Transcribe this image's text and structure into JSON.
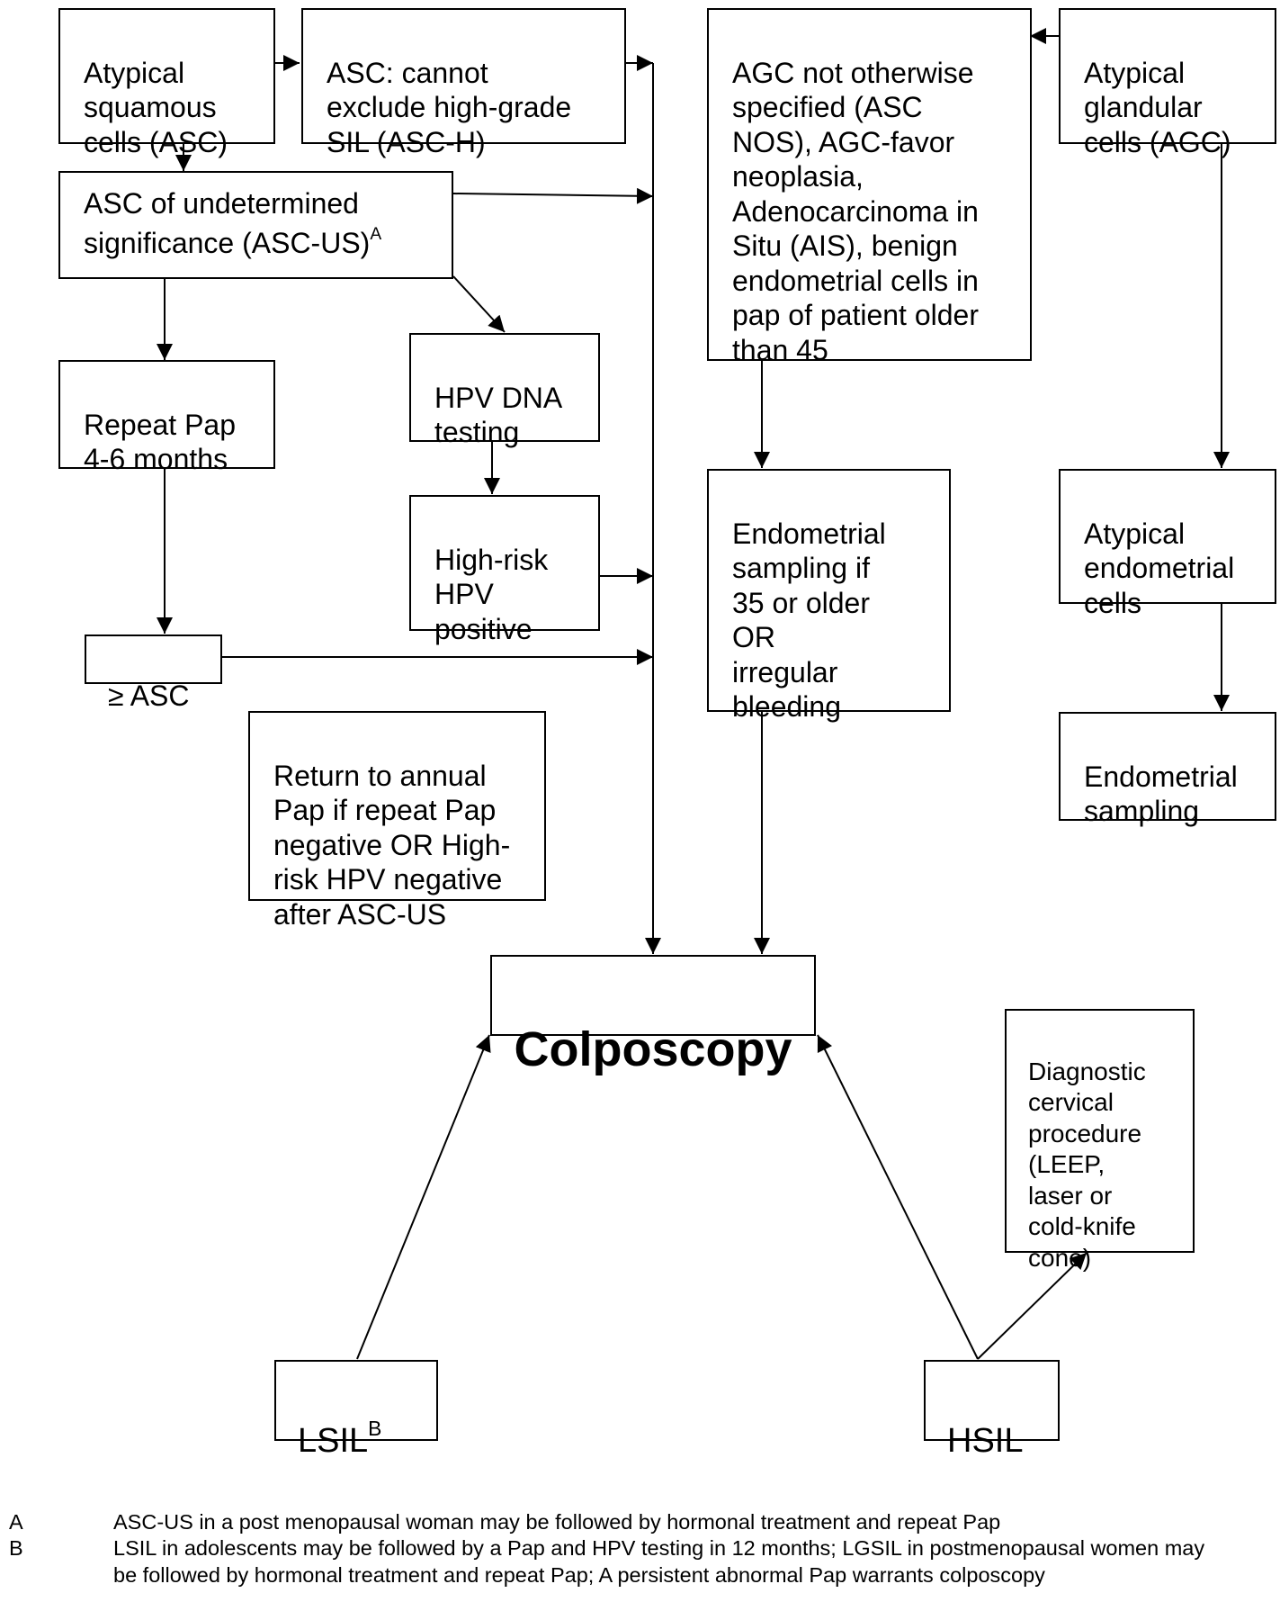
{
  "nodes": {
    "asc": {
      "text": "Atypical\nsquamous\ncells (ASC)"
    },
    "asch": {
      "text": "ASC: cannot\nexclude high-grade\nSIL (ASC-H)"
    },
    "agcnos": {
      "text": "AGC not otherwise\nspecified (ASC\nNOS), AGC-favor\nneoplasia,\nAdenocarcinoma in\nSitu (AIS), benign\nendometrial cells in\npap of patient older\nthan 45"
    },
    "agc": {
      "text": "Atypical\nglandular\ncells (AGC)"
    },
    "ascus": {
      "line1": "ASC of undetermined",
      "line2": "significance (ASC-US)",
      "sup": "A"
    },
    "repeat": {
      "text": "Repeat Pap\n4-6 months"
    },
    "hpvdna": {
      "text": "HPV DNA\ntesting"
    },
    "hrhpv": {
      "text": "High-risk\nHPV\npositive"
    },
    "geasc": {
      "text": "≥ ASC"
    },
    "endo35": {
      "text": "Endometrial\nsampling if\n35 or older\nOR\nirregular\nbleeding"
    },
    "aec": {
      "text": "Atypical\nendometrial\ncells"
    },
    "endosamp": {
      "text": "Endometrial\nsampling"
    },
    "return": {
      "text": "Return to annual\nPap if repeat Pap\nnegative OR High-\nrisk HPV negative\nafter ASC-US"
    },
    "colpo": {
      "text": "Colposcopy"
    },
    "diag": {
      "text": "Diagnostic\ncervical\nprocedure\n(LEEP,\nlaser or\ncold-knife\ncone)"
    },
    "lsil": {
      "text": "LSIL",
      "sup": "B"
    },
    "hsil": {
      "text": "HSIL"
    }
  },
  "footnotes": [
    {
      "key": "A",
      "text": "ASC-US in a post menopausal woman may be followed by hormonal treatment and repeat Pap"
    },
    {
      "key": "B",
      "text": "LSIL in adolescents may be followed by a Pap and HPV testing in 12 months; LGSIL in postmenopausal women may be followed by hormonal treatment and repeat Pap; A persistent abnormal Pap warrants colposcopy"
    }
  ]
}
